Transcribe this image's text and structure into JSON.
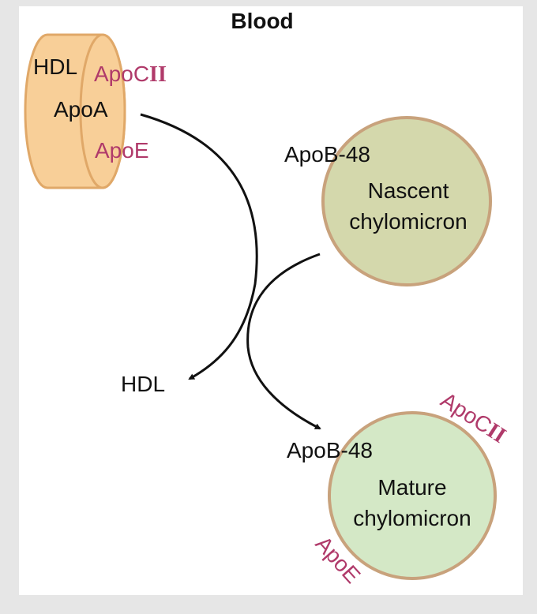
{
  "title": "Blood",
  "hdl_particle": {
    "hdl_label": "HDL",
    "apoc_prefix": "ApoC",
    "apoc_suffix": "II",
    "apoa_label": "ApoA",
    "apoe_label": "ApoE"
  },
  "nascent": {
    "apob_label": "ApoB-48",
    "line1": "Nascent",
    "line2": "chylomicron"
  },
  "hdl_target": "HDL",
  "mature": {
    "apob_label": "ApoB-48",
    "line1": "Mature",
    "line2": "chylomicron",
    "apoc_prefix": "ApoC",
    "apoc_suffix": "II",
    "apoe_label": "ApoE"
  },
  "colors": {
    "background": "#e6e6e6",
    "panel": "#ffffff",
    "hdl_fill": "#f8cf98",
    "hdl_stroke": "#e0a868",
    "nascent_fill": "#d4d8ac",
    "mature_fill": "#d4e8c6",
    "circle_stroke": "#c8a27c",
    "apo_text": "#b03a6a",
    "arrow": "#111111"
  }
}
